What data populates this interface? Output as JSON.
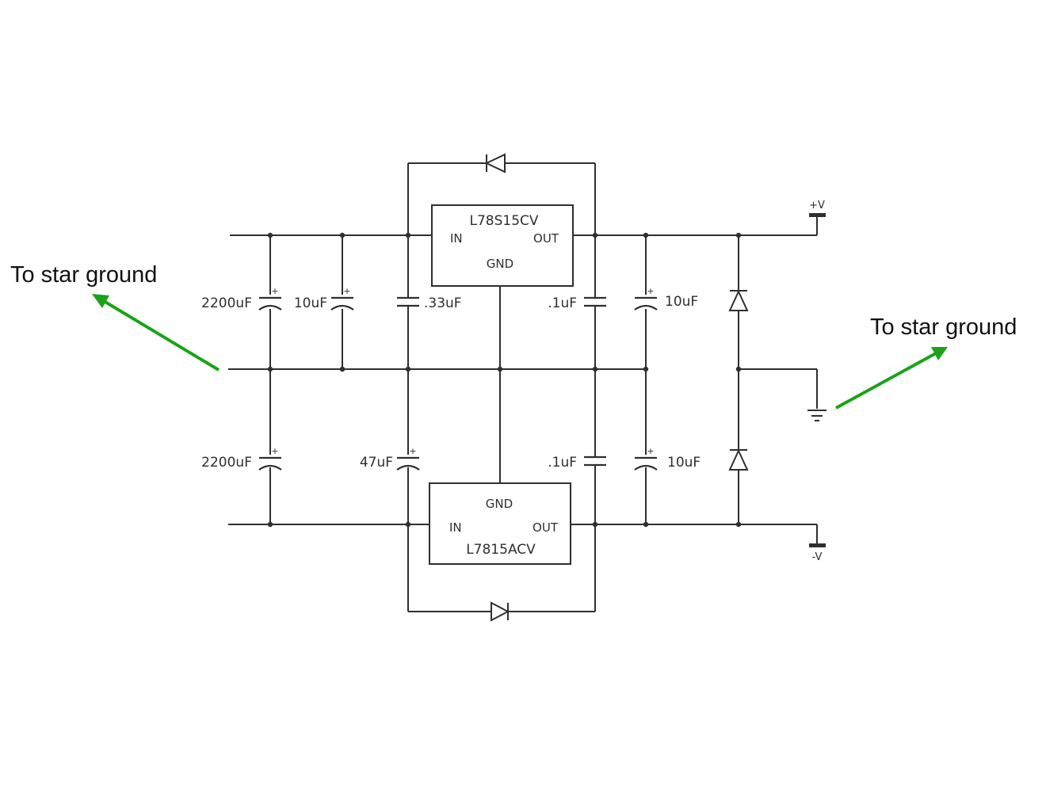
{
  "regulators": {
    "positive": {
      "name": "L78S15CV",
      "in": "IN",
      "out": "OUT",
      "gnd": "GND"
    },
    "negative": {
      "name": "L7815ACV",
      "in": "IN",
      "out": "OUT",
      "gnd": "GND"
    }
  },
  "capacitors": {
    "c1": "2200uF",
    "c2": "10uF",
    "c3": ".33uF",
    "c4": ".1uF",
    "c5": "10uF",
    "c6": "2200uF",
    "c7": "47uF",
    "c8": ".1uF",
    "c9": "10uF"
  },
  "rails": {
    "positive": "+V",
    "negative": "-V"
  },
  "annotations": {
    "left": "To star ground",
    "right": "To star ground"
  },
  "colors": {
    "wire": "#2f2f2f",
    "arrow": "#1aa31a"
  }
}
